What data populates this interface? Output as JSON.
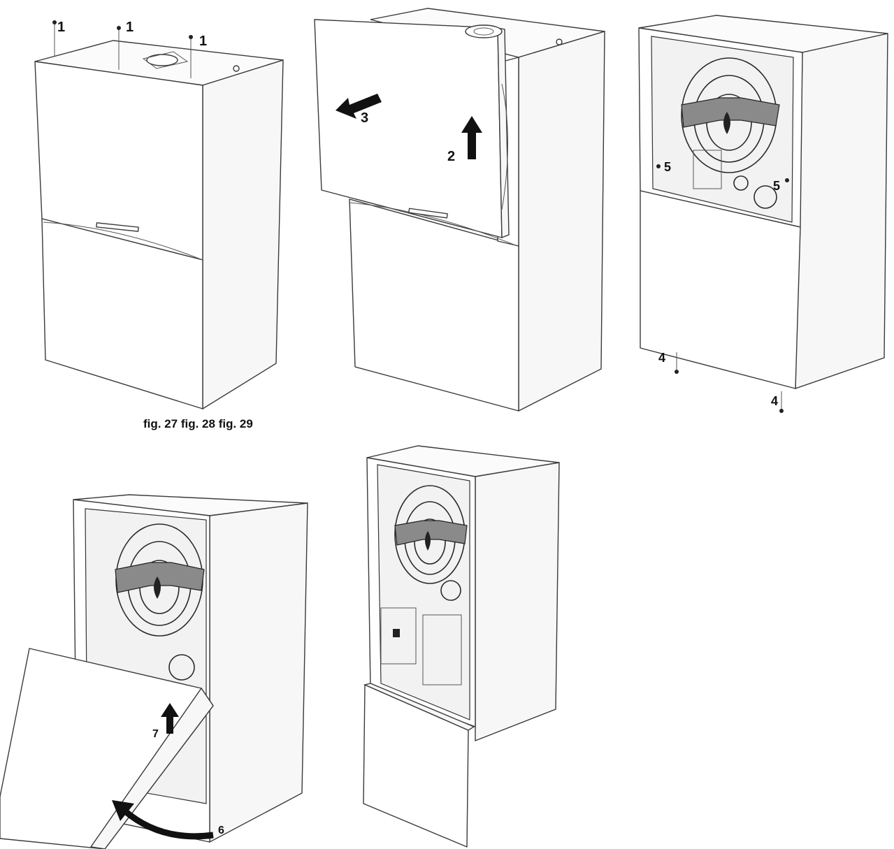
{
  "caption": "fig. 27 fig. 28 fig. 29",
  "callouts": {
    "screw_1a": "1",
    "screw_1b": "1",
    "screw_1c": "1",
    "lift_2": "2",
    "pull_3": "3",
    "screw_4a": "4",
    "screw_4b": "4",
    "screw_5a": "5",
    "screw_5b": "5",
    "rotate_6": "6",
    "lift_7": "7"
  }
}
